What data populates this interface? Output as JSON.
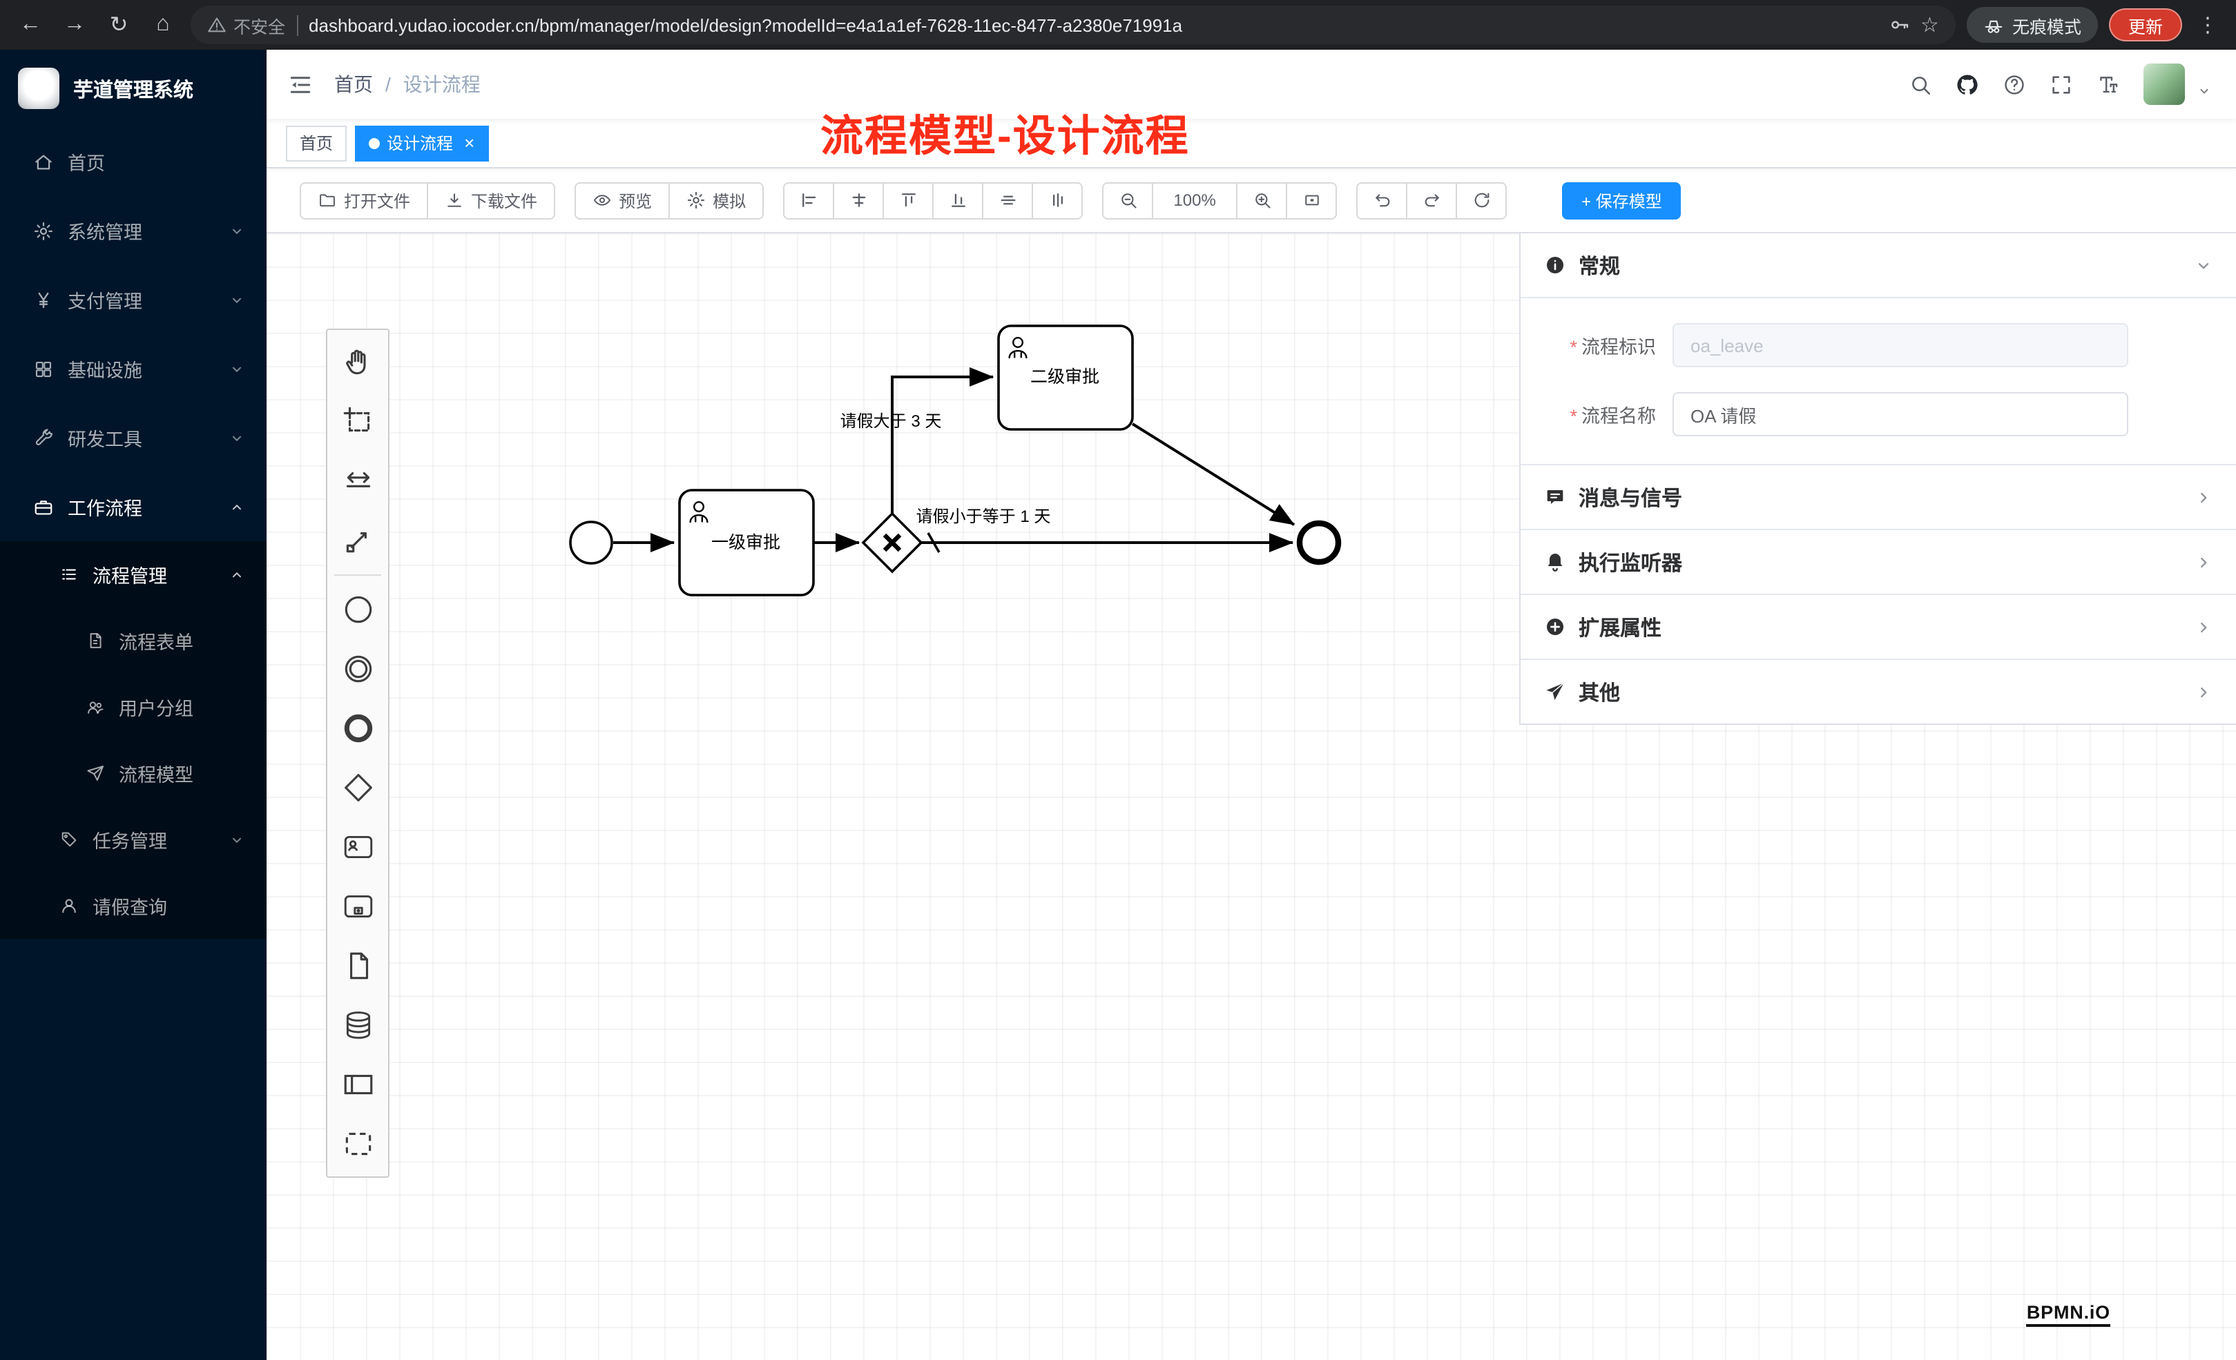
{
  "browser": {
    "security_label": "不安全",
    "url": "dashboard.yudao.iocoder.cn/bpm/manager/model/design?modelId=e4a1a1ef-7628-11ec-8477-a2380e71991a",
    "incognito_label": "无痕模式",
    "update_label": "更新"
  },
  "sidebar": {
    "logo_title": "芋道管理系统",
    "items": [
      {
        "label": "首页"
      },
      {
        "label": "系统管理"
      },
      {
        "label": "支付管理"
      },
      {
        "label": "基础设施"
      },
      {
        "label": "研发工具"
      },
      {
        "label": "工作流程"
      }
    ],
    "submenu": {
      "process_management": "流程管理",
      "process_form": "流程表单",
      "user_group": "用户分组",
      "process_model": "流程模型",
      "task_management": "任务管理",
      "leave_query": "请假查询"
    }
  },
  "header": {
    "breadcrumb_home": "首页",
    "breadcrumb_sep": "/",
    "breadcrumb_current": "设计流程"
  },
  "tabs": [
    {
      "label": "首页"
    },
    {
      "label": "设计流程"
    }
  ],
  "annotation": {
    "text": "流程模型-设计流程",
    "color": "#fb2e18"
  },
  "toolbar": {
    "open_file": "打开文件",
    "download_file": "下载文件",
    "preview": "预览",
    "simulate": "模拟",
    "zoom_level": "100%",
    "save_model": "+ 保存模型"
  },
  "diagram": {
    "task_level1": "一级审批",
    "task_level2": "二级审批",
    "flow_gt3": "请假大于 3 天",
    "flow_lte1": "请假小于等于 1 天"
  },
  "properties": {
    "general_title": "常规",
    "required_mark": "*",
    "field_process_key": {
      "label": "流程标识",
      "value": "oa_leave"
    },
    "field_process_name": {
      "label": "流程名称",
      "value": "OA 请假"
    },
    "sections": [
      {
        "label": "消息与信号"
      },
      {
        "label": "执行监听器"
      },
      {
        "label": "扩展属性"
      },
      {
        "label": "其他"
      }
    ]
  },
  "watermark": "BPMN.iO",
  "colors": {
    "accent": "#1890ff",
    "sidebar_bg": "#001529",
    "chrome_bg": "#202124",
    "annotation_red": "#fb2e18"
  }
}
